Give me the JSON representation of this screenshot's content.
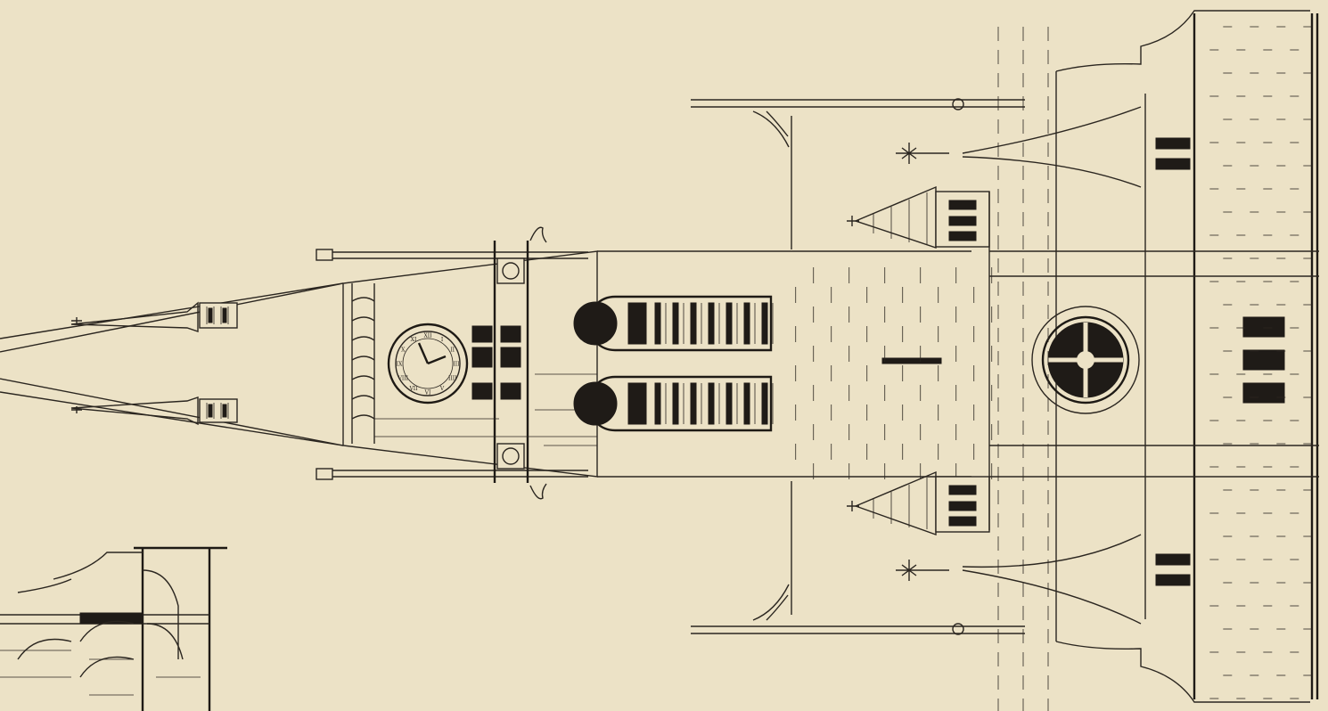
{
  "image": {
    "subject": "architectural-elevation-drawing",
    "palette": {
      "paper": "#ece2c6",
      "ink": "#2b2620",
      "ink_dark": "#1f1b17"
    },
    "clock": {
      "numerals": [
        "XII",
        "I",
        "II",
        "III",
        "IIII",
        "V",
        "VI",
        "VII",
        "VIII",
        "IX",
        "X",
        "XI"
      ]
    }
  }
}
